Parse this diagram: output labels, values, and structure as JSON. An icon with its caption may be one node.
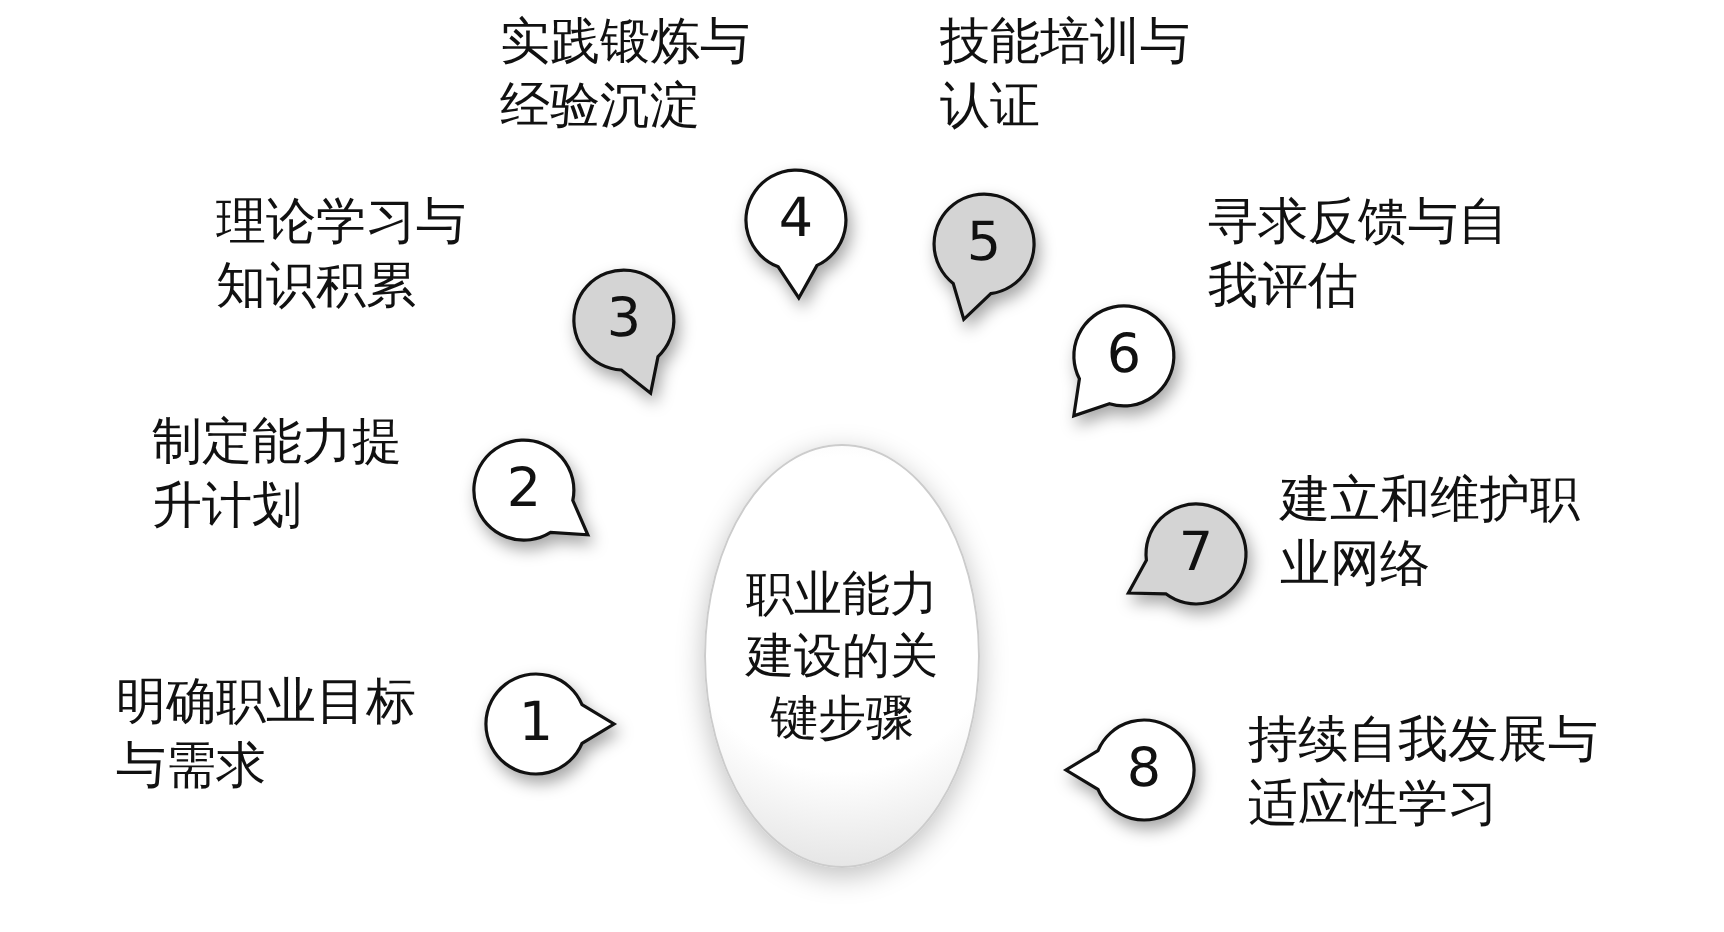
{
  "diagram": {
    "nodes": [
      {
        "text": [
          "职业能力建设的关键步骤"
        ]
      },
      {
        "text": [
          "1"
        ],
        "beside": [
          "明确职业目标与需求"
        ]
      },
      {
        "text": [
          "2"
        ],
        "beside": [
          "制定能力提升计划"
        ]
      },
      {
        "text": [
          "3"
        ],
        "beside": [
          "理论学习与知识积累"
        ]
      },
      {
        "text": [
          "4"
        ],
        "beside": [
          "实践锻炼与经验沉淀"
        ]
      },
      {
        "text": [
          "5"
        ],
        "beside": [
          "技能培训与认证"
        ]
      },
      {
        "text": [
          "6"
        ],
        "beside": [
          "寻求反馈与自我评估"
        ]
      },
      {
        "text": [
          "7"
        ],
        "beside": [
          "建立和维护职业网络"
        ]
      },
      {
        "text": [
          "8"
        ],
        "beside": [
          "持续自我发展与适应性学习"
        ]
      }
    ]
  }
}
